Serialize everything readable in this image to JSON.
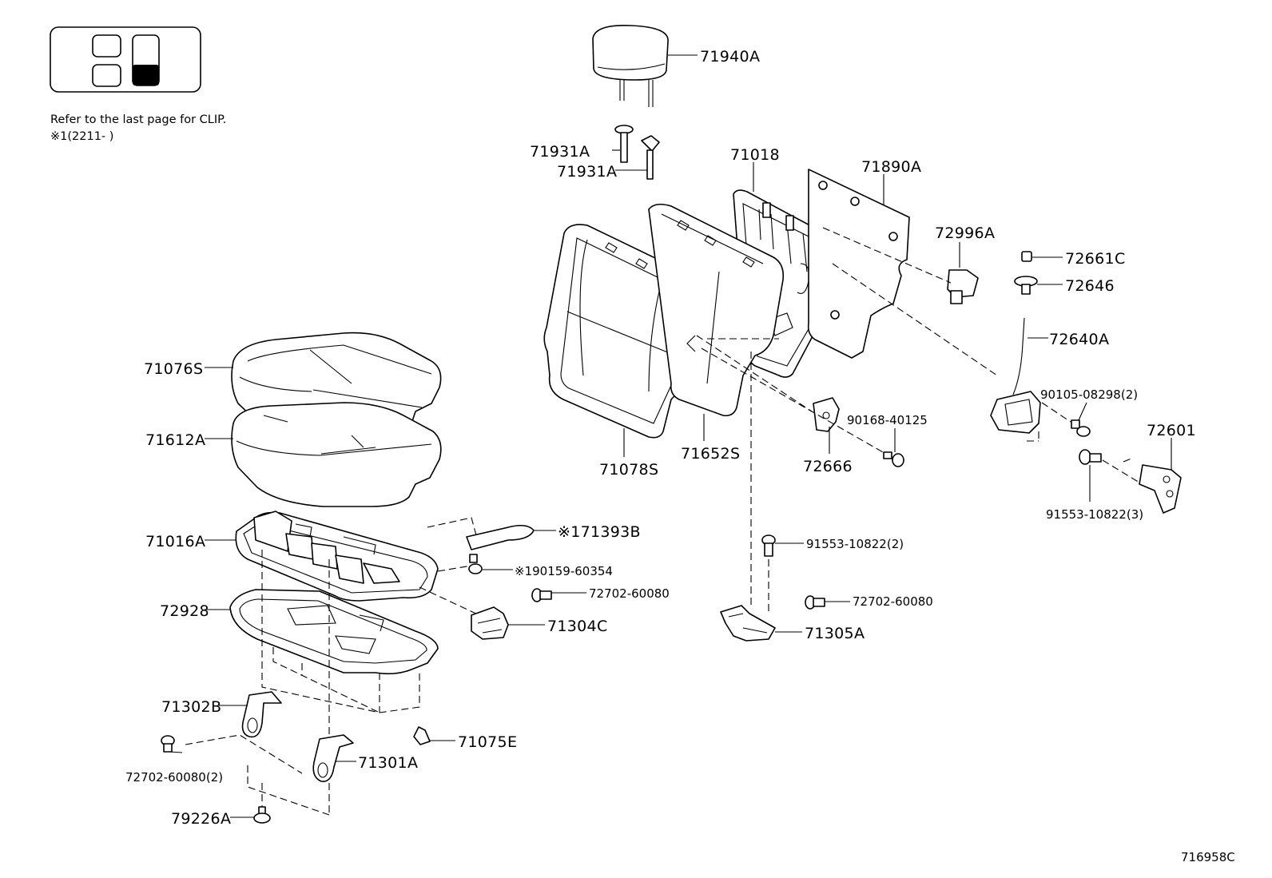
{
  "legend": {
    "note_line1": "Refer to the last page for CLIP.",
    "note_line2": "※1(2211-        )"
  },
  "labels": {
    "p71940A": "71940A",
    "p71931A_1": "71931A",
    "p71931A_2": "71931A",
    "p71018": "71018",
    "p71890A": "71890A",
    "p72996A": "72996A",
    "p72661C": "72661C",
    "p72646": "72646",
    "p72640A": "72640A",
    "p90105": "90105-08298(2)",
    "p72601": "72601",
    "p90168": "90168-40125",
    "p72666": "72666",
    "p91553_3": "91553-10822(3)",
    "p71076S": "71076S",
    "p71612A": "71612A",
    "p71078S": "71078S",
    "p71652S": "71652S",
    "p71016A": "71016A",
    "p71393B": "※171393B",
    "p90159": "※190159-60354",
    "p72702_a": "72702-60080",
    "p71304C": "71304C",
    "p91553_2": "91553-10822(2)",
    "p72702_b": "72702-60080",
    "p71305A": "71305A",
    "p72928": "72928",
    "p71302B": "71302B",
    "p71075E": "71075E",
    "p72702_c": "72702-60080(2)",
    "p71301A": "71301A",
    "p79226A": "79226A",
    "catalog_id": "716958C"
  }
}
